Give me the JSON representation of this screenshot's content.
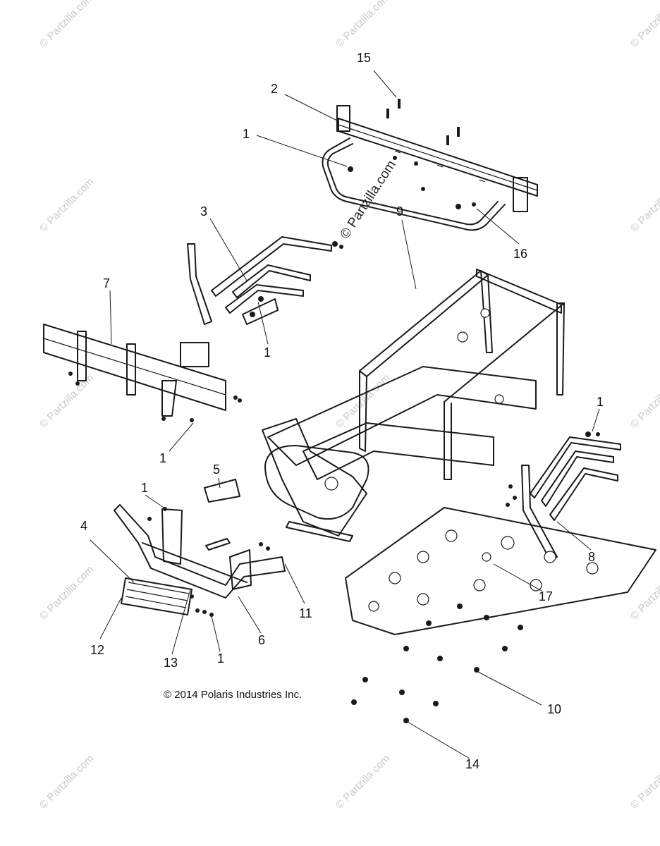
{
  "watermark": {
    "text": "© Partzilla.com",
    "center_text": "© Partzilla.com",
    "color": "#c9c9c9"
  },
  "copyright": "© 2014 Polaris Industries Inc.",
  "callouts": [
    {
      "id": "c15",
      "label": "15"
    },
    {
      "id": "c2",
      "label": "2"
    },
    {
      "id": "c1a",
      "label": "1"
    },
    {
      "id": "c16",
      "label": "16"
    },
    {
      "id": "c3",
      "label": "3"
    },
    {
      "id": "c9",
      "label": "9"
    },
    {
      "id": "c7",
      "label": "7"
    },
    {
      "id": "c1b",
      "label": "1"
    },
    {
      "id": "c1c",
      "label": "1"
    },
    {
      "id": "c1d",
      "label": "1"
    },
    {
      "id": "c5",
      "label": "5"
    },
    {
      "id": "c1e",
      "label": "1"
    },
    {
      "id": "c4",
      "label": "4"
    },
    {
      "id": "c8",
      "label": "8"
    },
    {
      "id": "c11",
      "label": "11"
    },
    {
      "id": "c17",
      "label": "17"
    },
    {
      "id": "c6",
      "label": "6"
    },
    {
      "id": "c12",
      "label": "12"
    },
    {
      "id": "c13",
      "label": "13"
    },
    {
      "id": "c1f",
      "label": "1"
    },
    {
      "id": "c10",
      "label": "10"
    },
    {
      "id": "c14",
      "label": "14"
    }
  ],
  "colors": {
    "line": "#1a1a1a",
    "background": "#ffffff"
  }
}
